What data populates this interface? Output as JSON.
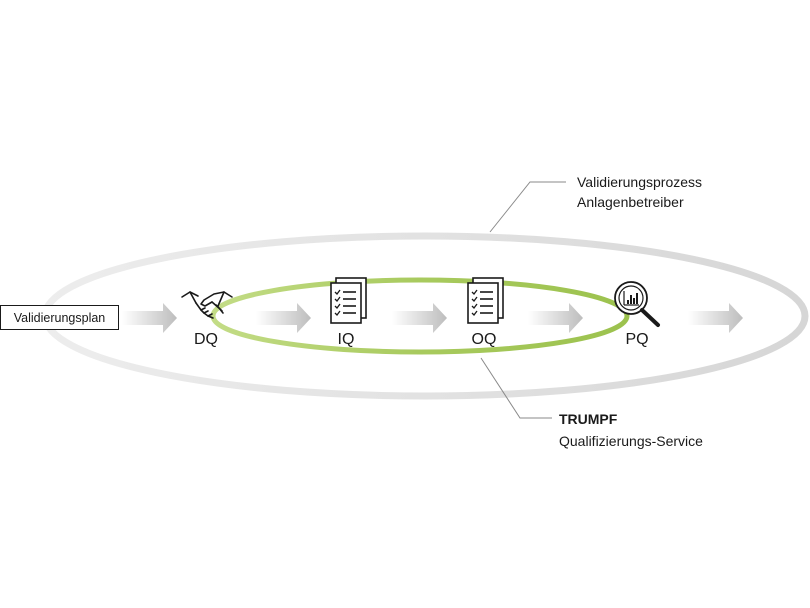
{
  "diagram": {
    "start_label": "Validierungsplan",
    "steps": [
      {
        "label": "DQ",
        "icon": "handshake-icon"
      },
      {
        "label": "IQ",
        "icon": "checklist-document-icon"
      },
      {
        "label": "OQ",
        "icon": "checklist-document-icon"
      },
      {
        "label": "PQ",
        "icon": "magnifier-chart-icon"
      }
    ],
    "outer_callout": {
      "line1": "Validierungsprozess",
      "line2": "Anlagenbetreiber"
    },
    "inner_callout": {
      "line1": "TRUMPF",
      "line2": "Qualifizierungs-Service"
    },
    "colors": {
      "outer_ellipse": "#dcdcdc",
      "inner_ellipse": "#a6c95a",
      "arrow": "#c8c8c8",
      "text": "#1a1a1a"
    }
  }
}
